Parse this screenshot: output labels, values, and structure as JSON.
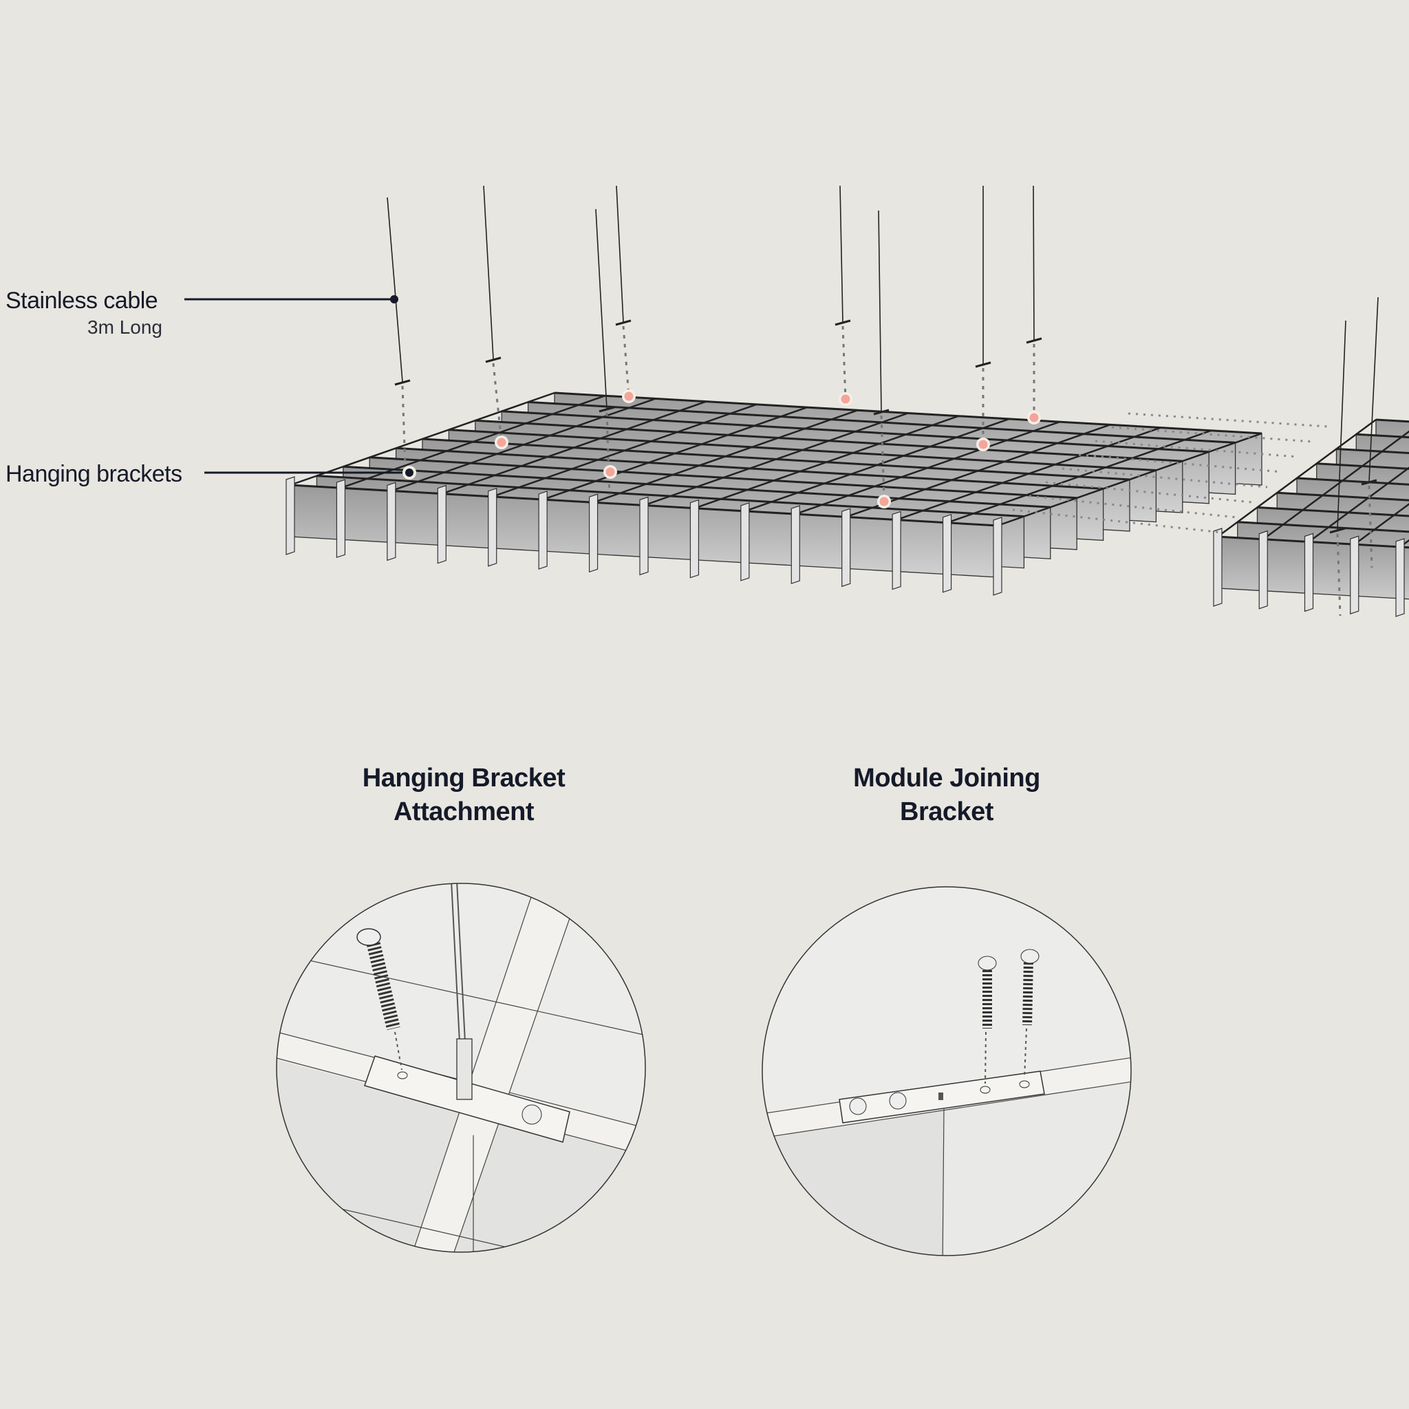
{
  "callouts": {
    "cable_label": "Stainless cable",
    "cable_sublabel": "3m Long",
    "bracket_label": "Hanging brackets"
  },
  "details": [
    {
      "title_line1": "Hanging Bracket",
      "title_line2": "Attachment"
    },
    {
      "title_line1": "Module Joining",
      "title_line2": "Bracket"
    }
  ],
  "colors": {
    "background": "#e8e6e0",
    "ink": "#151a2a",
    "marker": "#f4a59a",
    "panel": "#c4c4c4"
  }
}
